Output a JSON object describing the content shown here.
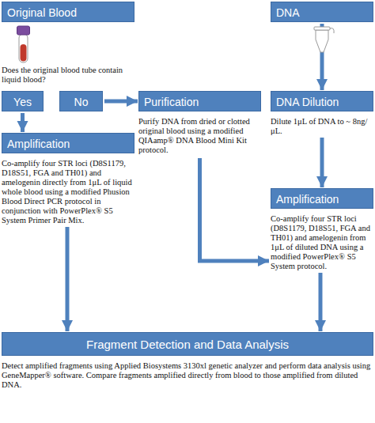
{
  "diagram": {
    "nodes": [
      {
        "text": [
          "Original Blood"
        ]
      },
      {
        "text": [
          "DNA"
        ]
      },
      {
        "text": [
          "Yes"
        ]
      },
      {
        "text": [
          "No"
        ]
      },
      {
        "text": [
          "Purification",
          "Purify DNA from dried or clotted original blood using a modified QIAamp® DNA Blood Mini Kit protocol."
        ]
      },
      {
        "text": [
          "DNA Dilution",
          "Dilute 1μL of DNA to ~ 8ng/μL."
        ]
      },
      {
        "text": [
          "Amplification",
          "Co-amplify four STR loci (D8S1179, D18S51, FGA and TH01) and amelogenin directly from 1μL of liquid whole blood using a modified Phusion Blood Direct PCR protocol in conjunction with PowerPlex® S5 System Primer Pair Mix."
        ]
      },
      {
        "text": [
          "Amplification",
          "Co-amplify four STR loci (D8S1179, D18S51, FGA and TH01) and amelogenin from 1μL of diluted DNA using a modified PowerPlex® S5 System protocol."
        ]
      },
      {
        "text": [
          "Fragment Detection and Data Analysis",
          "Detect amplified fragments using Applied Biosystems 3130xl genetic analyzer and perform data analysis using GeneMapper® software. Compare fragments amplified directly from blood to those amplified from diluted DNA."
        ]
      }
    ],
    "edges": [
      {
        "from": 2,
        "to": 6,
        "arrow": "to"
      },
      {
        "from": 3,
        "to": 4,
        "arrow": "to"
      },
      {
        "from": 1,
        "to": 5,
        "arrow": "to"
      },
      {
        "from": 5,
        "to": 7,
        "arrow": "to"
      },
      {
        "from": 4,
        "to": 7,
        "arrow": "to"
      },
      {
        "from": 6,
        "to": 8,
        "arrow": "to"
      },
      {
        "from": 7,
        "to": 8,
        "arrow": "to"
      }
    ],
    "labels": [
      "Does the original blood tube contain liquid blood?"
    ]
  }
}
